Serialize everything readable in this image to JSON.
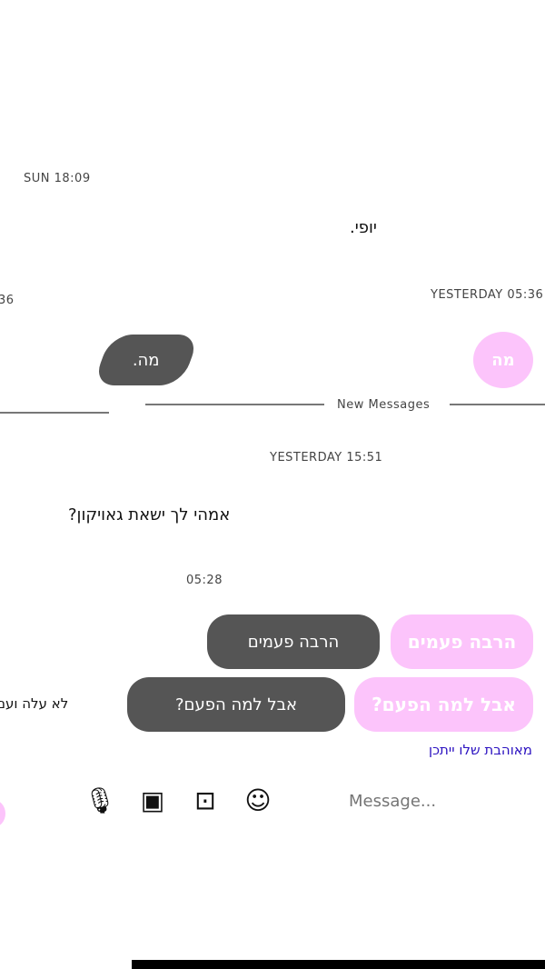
{
  "timestamps": {
    "first": "SUN 18:09",
    "second": "YESTERDAY 05:36",
    "second_left": "36",
    "third": "YESTERDAY 15:51",
    "fourth": "05:28"
  },
  "messages": [
    {
      "text": "יופי.",
      "side": "incoming"
    },
    {
      "text": "מה.",
      "side": "outgoing-grey"
    },
    {
      "text": "מה",
      "side": "avatar-pink"
    },
    {
      "text": "אמהי לך ישאת גאויקון?",
      "side": "incoming"
    },
    {
      "text": "הרבה פעמים",
      "side": "outgoing-grey"
    },
    {
      "text": "הרבה פעמים",
      "side": "outgoing-pink"
    },
    {
      "text": "אבל למה הפעם?",
      "side": "outgoing-grey"
    },
    {
      "text": "אבל למה הפעם?",
      "side": "outgoing-pink"
    },
    {
      "text": "מאוהבת שלו ייתכן",
      "side": "overlay-blue"
    },
    {
      "text": "לא עלה ועם",
      "side": "incoming"
    }
  ],
  "divider": {
    "label": "New Messages"
  },
  "composer": {
    "placeholder": "Message...",
    "icons": [
      "emoji-icon",
      "gif-icon",
      "image-icon",
      "mic-icon"
    ]
  },
  "colors": {
    "accent": "#7a1fff",
    "pink": "#fcc4fb",
    "grey_bubble": "#555555"
  }
}
